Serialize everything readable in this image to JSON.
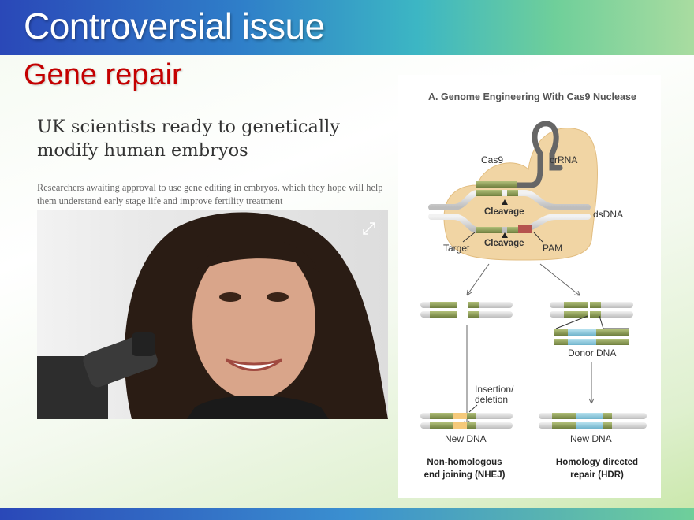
{
  "slide": {
    "title": "Controversial issue",
    "subtitle": "Gene repair"
  },
  "article": {
    "headline": "UK scientists ready to genetically modify human embryos",
    "standfirst": "Researchers awaiting approval to use gene editing in embryos, which they hope will help them understand early stage life and improve fertility treatment",
    "expand_icon": "expand-arrows-icon"
  },
  "diagram": {
    "title": "A. Genome Engineering With Cas9 Nuclease",
    "cas9": "Cas9",
    "crrna": "crRNA",
    "dsdna": "dsDNA",
    "cleavage_top": "Cleavage",
    "cleavage_bottom": "Cleavage",
    "target": "Target",
    "pam": "PAM",
    "donor_dna": "Donor DNA",
    "insertion_line1": "Insertion/",
    "insertion_line2": "deletion",
    "new_dna_left": "New DNA",
    "new_dna_right": "New DNA",
    "nhej_line1": "Non-homologous",
    "nhej_line2": "end joining (NHEJ)",
    "hdr_line1": "Homology directed",
    "hdr_line2": "repair (HDR)"
  },
  "colors": {
    "title_red": "#c40000",
    "green_segment": "#8a9a55",
    "blue_segment": "#8ccbe0",
    "cas9_fill": "#f1d5a4",
    "pam": "#b5534e"
  }
}
